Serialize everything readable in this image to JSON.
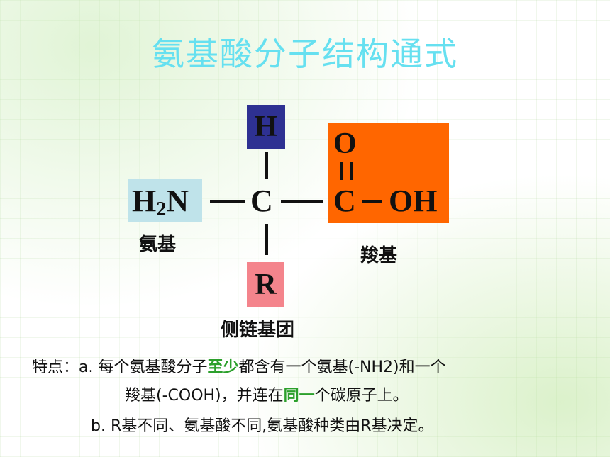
{
  "title": "氨基酸分子结构通式",
  "formula": {
    "h": "H",
    "amino_h": "H",
    "amino_sub": "2",
    "amino_n": "N",
    "c_center": "C",
    "r": "R",
    "o": "O",
    "c_carboxyl": "C",
    "oh": "OH"
  },
  "labels": {
    "amino": "氨基",
    "carboxyl": "羧基",
    "side_chain": "侧链基团"
  },
  "notes": {
    "prefix": "特点：a.  每个氨基酸分子",
    "hl1": "至少",
    "part2": "都含有一个氨基(-NH2)和一个",
    "line2a": "羧基(-COOH)，并连在",
    "hl2": "同一",
    "line2b": "个碳原子上。",
    "line3": "b.  R基不同、氨基酸不同,氨基酸种类由R基决定。"
  },
  "colors": {
    "title": "#66e0f0",
    "h_box": "#2e3192",
    "amino_box": "#bfe3ea",
    "carboxyl_box": "#ff6600",
    "r_box": "#f4848c",
    "highlight": "#2ca02c"
  }
}
